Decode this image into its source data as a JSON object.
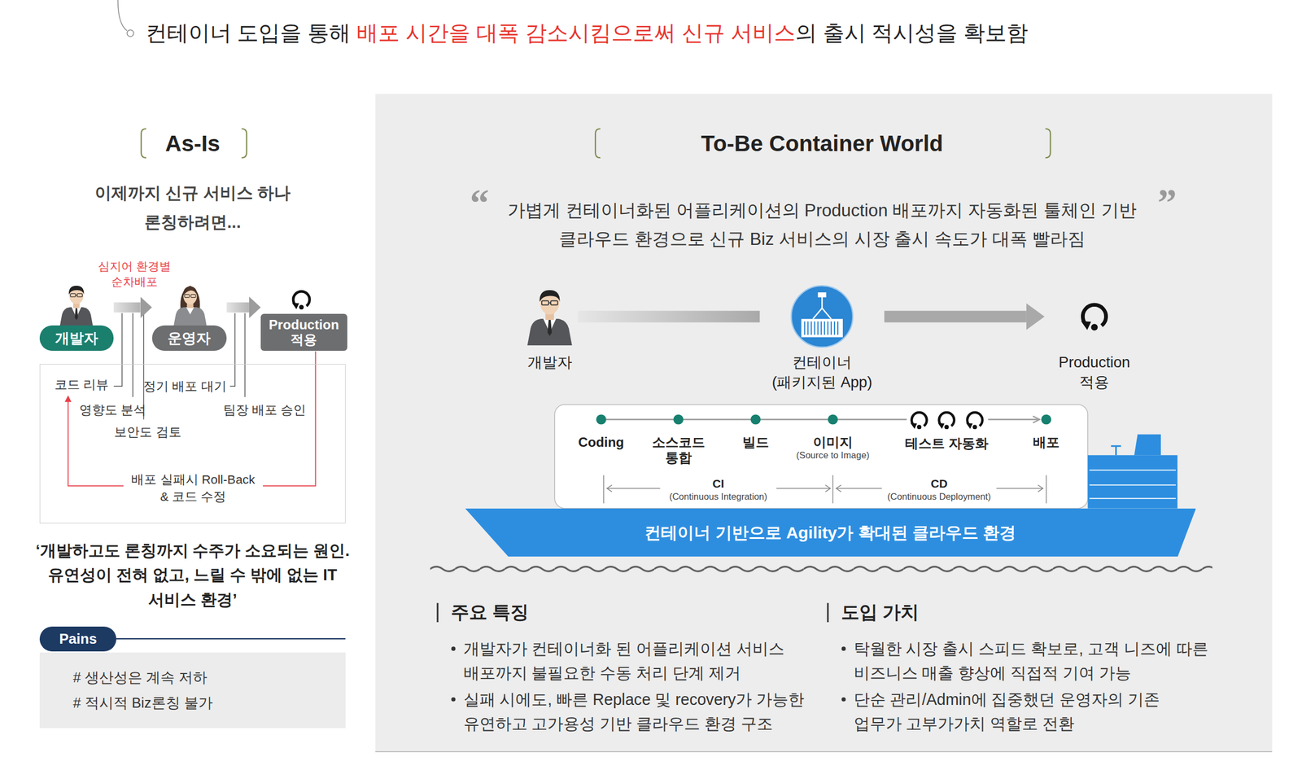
{
  "diagram": {
    "title": "컨테이너 도입을 통해 배포 시간을 대폭 감소시킴으로써 신규 서비스의 출시 적시성을 확보함",
    "nodes": [
      {
        "text": [
          "개발자"
        ]
      },
      {
        "text": [
          "운영자"
        ]
      },
      {
        "text": [
          "Production 적용"
        ]
      },
      {
        "text": [
          "코드 리뷰",
          "영향도 분석",
          "보안도 검토",
          "정기 배포 대기",
          "팀장 배포 승인",
          "배포 실패시 Roll-Back & 코드 수정"
        ]
      },
      {
        "text": [
          "Pains"
        ]
      },
      {
        "text": [
          "# 생산성은 계속 저하",
          "# 적시적 Biz론칭 불가"
        ]
      },
      {
        "text": [
          "To-Be Container World",
          "“",
          "가볍게 컨테이너화된 어플리케이션의 Production 배포까지 자동화된 툴체인 기반 클라우드 환경으로 신규 Biz 서비스의 시장 출시 속도가 대폭 빨라짐",
          "”",
          "주요 특징",
          "개발자가 컨테이너화 된 어플리케이션 서비스 배포까지 불필요한 수동 처리 단계 제거",
          "실패 시에도, 빠른 Replace 및 recovery가 가능한 유연하고 고가용성 기반 클라우드 환경 구조",
          "도입 가치",
          "탁월한 시장 출시 스피드 확보로, 고객 니즈에 따른 비즈니스 매출 향상에 직접적 기여 가능",
          "단순 관리/Admin에 집중했던 운영자의 기존 업무가 고부가가치 역할로 전환"
        ]
      },
      {
        "text": [
          "개발자"
        ],
        "in": 6
      },
      {
        "text": [
          "컨테이너 (패키지된 App)"
        ],
        "in": 6
      },
      {
        "text": [
          "Production 적용"
        ],
        "in": 6
      },
      {
        "text": [
          "Coding",
          "소스코드 통합",
          "빌드",
          "이미지",
          "(Source to Image)",
          "테스트 자동화",
          "배포",
          "CI",
          "(Continuous Integration)",
          "CD",
          "(Continuous Deployment)"
        ],
        "in": 6
      },
      {
        "text": [
          "컨테이너 기반으로 Agility가 확대된 클라우드 환경"
        ],
        "in": 6
      }
    ],
    "edges": [
      {
        "from": 0,
        "to": 1,
        "arrow": "to"
      },
      {
        "from": 1,
        "to": 2,
        "arrow": "to"
      },
      {
        "from": 7,
        "to": 8,
        "arrow": "none"
      },
      {
        "from": 8,
        "to": 9,
        "arrow": "to"
      }
    ],
    "labels": [
      "As-Is",
      "이제까지 신규 서비스 하나 론칭하려면...",
      "심지어 환경별 순차배포",
      "‘개발하고도 론칭까지 수주가 소요되는 원인. 유연성이 전혀 없고, 느릴 수 밖에 없는 IT 서비스 환경’"
    ]
  }
}
